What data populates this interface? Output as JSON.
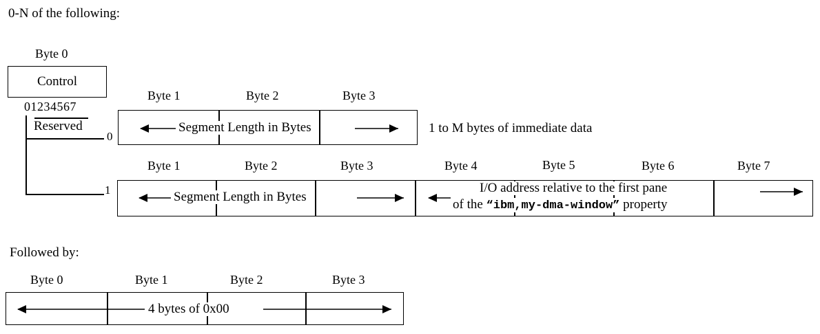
{
  "diagram": {
    "section_one_heading": "0-N of the following:",
    "section_two_heading": "Followed by:",
    "control_block": {
      "byte_label": "Byte 0",
      "name": "Control",
      "bit_numbers": "01234567",
      "reserved_label": "Reserved"
    },
    "row_zero": {
      "index": "0",
      "byte_labels": [
        "Byte 1",
        "Byte 2",
        "Byte 3"
      ],
      "field_label": "Segment Length in Bytes",
      "trailing_text": "1 to M bytes of immediate data"
    },
    "row_one": {
      "index": "1",
      "byte_labels": [
        "Byte 1",
        "Byte 2",
        "Byte 3",
        "Byte 4",
        "Byte 5",
        "Byte 6",
        "Byte 7"
      ],
      "length_field_label": "Segment Length in Bytes",
      "address_line_1": "I/O address relative to the first pane",
      "address_line_2_prefix": "of the ",
      "address_property": "“ibm,my-dma-window”",
      "address_line_2_suffix": " property"
    },
    "trailer": {
      "byte_labels": [
        "Byte 0",
        "Byte 1",
        "Byte 2",
        "Byte 3"
      ],
      "field_label": "4 bytes of 0x00"
    },
    "colors": {
      "ink": "#000000",
      "background": "#ffffff"
    }
  }
}
